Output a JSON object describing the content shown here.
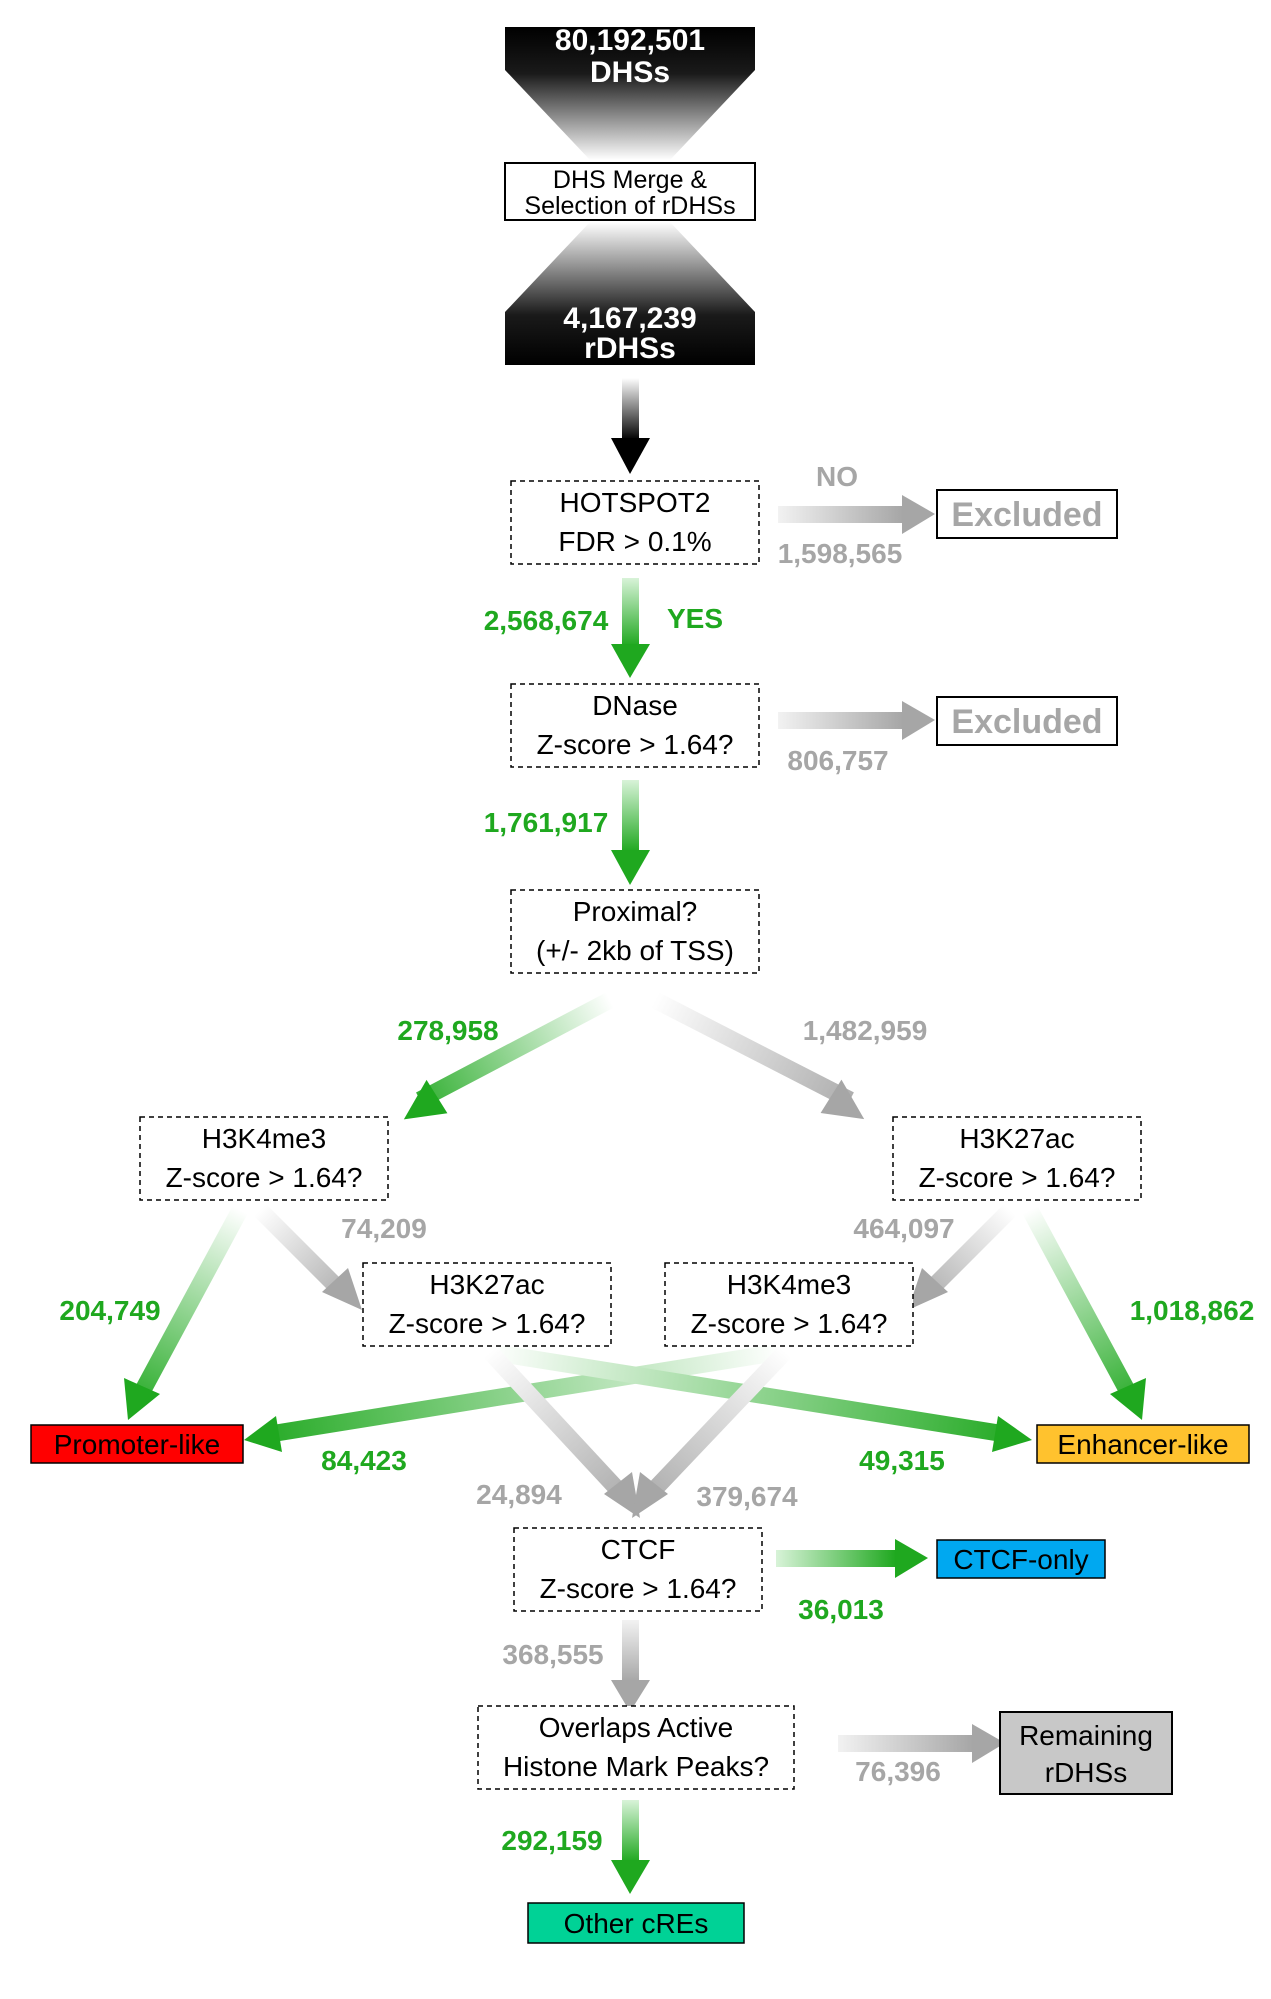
{
  "colors": {
    "green": "#1fa81f",
    "gray": "#a6a6a6",
    "promoter": "#ff0000",
    "enhancer": "#ffc22e",
    "ctcf": "#00a8f0",
    "other": "#00d296",
    "remaining": "#c8c8c8"
  },
  "funnel": {
    "top_count": "80,192,501",
    "top_unit": "DHSs",
    "merge_line1": "DHS Merge &",
    "merge_line2": "Selection of rDHSs",
    "bottom_count": "4,167,239",
    "bottom_unit": "rDHSs"
  },
  "nodes": {
    "hotspot_line1": "HOTSPOT2",
    "hotspot_line2": "FDR > 0.1%",
    "dnase_line1": "DNase",
    "dnase_line2": "Z-score > 1.64?",
    "proximal_line1": "Proximal?",
    "proximal_line2": "(+/- 2kb of TSS)",
    "h3k4me3_left_line1": "H3K4me3",
    "h3k4me3_left_line2": "Z-score > 1.64?",
    "h3k27ac_right_line1": "H3K27ac",
    "h3k27ac_right_line2": "Z-score > 1.64?",
    "h3k27ac_mid_line1": "H3K27ac",
    "h3k27ac_mid_line2": "Z-score > 1.64?",
    "h3k4me3_mid_line1": "H3K4me3",
    "h3k4me3_mid_line2": "Z-score > 1.64?",
    "ctcf_line1": "CTCF",
    "ctcf_line2": "Z-score > 1.64?",
    "overlaps_line1": "Overlaps Active",
    "overlaps_line2": "Histone Mark Peaks?"
  },
  "outcomes": {
    "excluded_1": "Excluded",
    "excluded_2": "Excluded",
    "promoter": "Promoter-like",
    "enhancer": "Enhancer-like",
    "ctcf_only": "CTCF-only",
    "remaining_line1": "Remaining",
    "remaining_line2": "rDHSs",
    "other": "Other cREs"
  },
  "labels": {
    "no": "NO",
    "yes": "YES"
  },
  "counts": {
    "hotspot_excluded": "1,598,565",
    "hotspot_pass": "2,568,674",
    "dnase_excluded": "806,757",
    "dnase_pass": "1,761,917",
    "proximal": "278,958",
    "distal": "1,482,959",
    "left_to_mid": "74,209",
    "right_to_mid": "464,097",
    "promoter_direct": "204,749",
    "enhancer_direct": "1,018,862",
    "promoter_from_mid": "84,423",
    "enhancer_from_mid": "49,315",
    "mid_left_to_ctcf": "24,894",
    "mid_right_to_ctcf": "379,674",
    "ctcf_only": "36,013",
    "ctcf_to_overlaps": "368,555",
    "remaining": "76,396",
    "other": "292,159"
  }
}
